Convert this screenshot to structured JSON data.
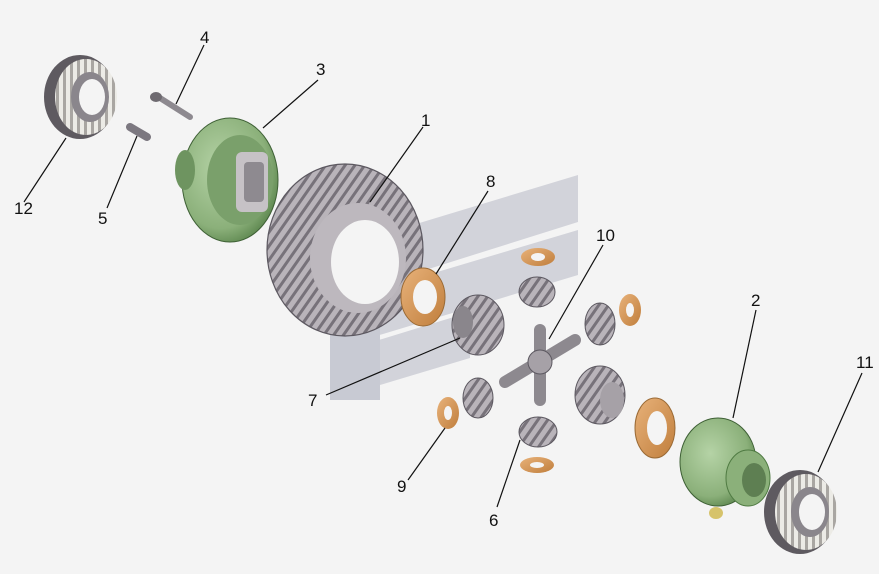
{
  "diagram": {
    "background": "#f4f4f4",
    "watermark_color": "#c9cbd3",
    "part_colors": {
      "housing_green": "#8bb07a",
      "housing_green_dark": "#4f7a42",
      "steel_light": "#c6c2c6",
      "steel_dark": "#6e6a70",
      "bronze_washer": "#d99a57",
      "bearing_outer": "#5e5a60"
    },
    "callouts": [
      {
        "id": "1",
        "label": "1",
        "part": "ring-gear"
      },
      {
        "id": "2",
        "label": "2",
        "part": "differential-case-right"
      },
      {
        "id": "3",
        "label": "3",
        "part": "differential-case-left"
      },
      {
        "id": "4",
        "label": "4",
        "part": "bolt"
      },
      {
        "id": "5",
        "label": "5",
        "part": "stud-pin"
      },
      {
        "id": "6",
        "label": "6",
        "part": "pinion-gear"
      },
      {
        "id": "7",
        "label": "7",
        "part": "side-gear"
      },
      {
        "id": "8",
        "label": "8",
        "part": "side-gear-thrust-washer"
      },
      {
        "id": "9",
        "label": "9",
        "part": "pinion-thrust-washer"
      },
      {
        "id": "10",
        "label": "10",
        "part": "spider-cross"
      },
      {
        "id": "11",
        "label": "11",
        "part": "bearing-right"
      },
      {
        "id": "12",
        "label": "12",
        "part": "bearing-left"
      }
    ]
  }
}
